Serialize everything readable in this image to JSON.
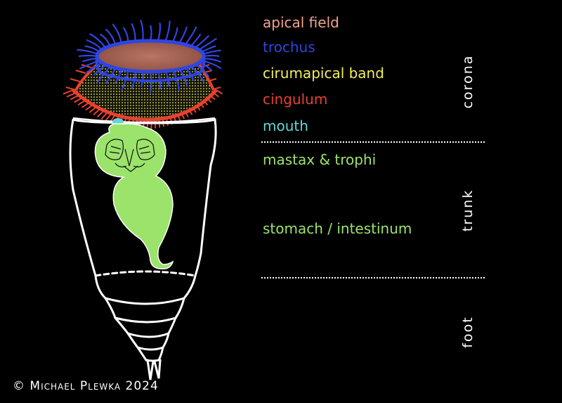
{
  "labels": {
    "apical_field": "apical field",
    "trochus": "trochus",
    "cirumapical_band": "cirumapical band",
    "cingulum": "cingulum",
    "mouth": "mouth",
    "mastax": "mastax & trophi",
    "stomach": "stomach / intestinum"
  },
  "regions": {
    "corona": "corona",
    "trunk": "trunk",
    "foot": "foot"
  },
  "copyright": "© Michael Plewka 2024",
  "colors": {
    "background": "#000000",
    "apical_field": "#f0a38f",
    "trochus": "#2f45e0",
    "cirumapical_band": "#f2ef5a",
    "cingulum": "#e8412f",
    "mouth": "#62d6d6",
    "digestive": "#9be36b",
    "outline": "#ffffff"
  }
}
